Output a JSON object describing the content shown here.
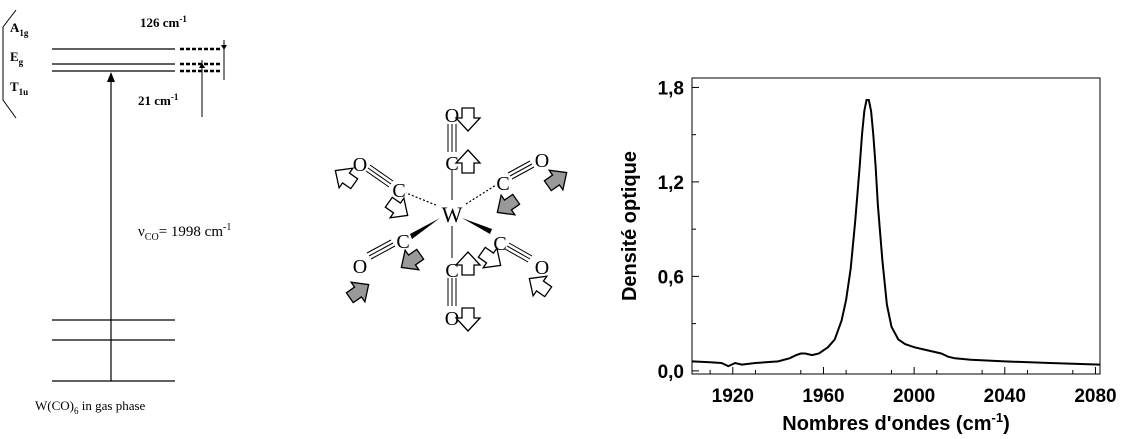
{
  "energy_diagram": {
    "states": [
      {
        "label": "A",
        "sub": "1g"
      },
      {
        "label": "E",
        "sub": "g"
      },
      {
        "label": "T",
        "sub": "1u"
      }
    ],
    "splitting_top": {
      "value": "126 cm",
      "sup": "-1"
    },
    "splitting_bottom": {
      "value": "21 cm",
      "sup": "-1"
    },
    "transition": {
      "nu": "ν",
      "sub": "CO",
      "value": "= 1998 cm",
      "sup": "-1"
    },
    "caption": {
      "pre": "W(CO)",
      "sub": "6",
      "post": " in gas phase"
    }
  },
  "molecule": {
    "center": "W",
    "carbon": "C",
    "oxygen": "O",
    "arrow_colors": {
      "open": "#ffffff",
      "shaded": "#999999"
    }
  },
  "chart_data": {
    "type": "line",
    "xlabel": "Nombres d'ondes (cm",
    "xlabel_sup": "-1",
    "xlabel_close": ")",
    "ylabel": "Densité optique",
    "xlim": [
      1902,
      2082
    ],
    "ylim": [
      -0.02,
      1.86
    ],
    "xticks": [
      1920,
      1960,
      2000,
      2040,
      2080
    ],
    "xtick_labels": [
      "1920",
      "1960",
      "2000",
      "2040",
      "2080"
    ],
    "yticks": [
      0.0,
      0.6,
      1.2,
      1.8
    ],
    "ytick_labels": [
      "0,0",
      "0,6",
      "1,2",
      "1,8"
    ],
    "grid": false,
    "series": [
      {
        "x": [
          1902,
          1910,
          1915,
          1918,
          1921,
          1924,
          1930,
          1940,
          1945,
          1948,
          1950,
          1952,
          1955,
          1958,
          1962,
          1965,
          1968,
          1970,
          1972,
          1974,
          1976,
          1977,
          1978,
          1979,
          1980,
          1981,
          1982,
          1983,
          1984,
          1986,
          1988,
          1990,
          1993,
          1996,
          2000,
          2006,
          2012,
          2015,
          2018,
          2025,
          2040,
          2060,
          2082
        ],
        "y": [
          0.06,
          0.055,
          0.05,
          0.03,
          0.05,
          0.04,
          0.05,
          0.06,
          0.08,
          0.1,
          0.11,
          0.11,
          0.1,
          0.11,
          0.15,
          0.2,
          0.32,
          0.45,
          0.65,
          0.95,
          1.3,
          1.5,
          1.65,
          1.72,
          1.72,
          1.65,
          1.5,
          1.3,
          1.05,
          0.7,
          0.42,
          0.28,
          0.2,
          0.17,
          0.15,
          0.13,
          0.11,
          0.09,
          0.08,
          0.07,
          0.06,
          0.05,
          0.04
        ]
      }
    ]
  }
}
